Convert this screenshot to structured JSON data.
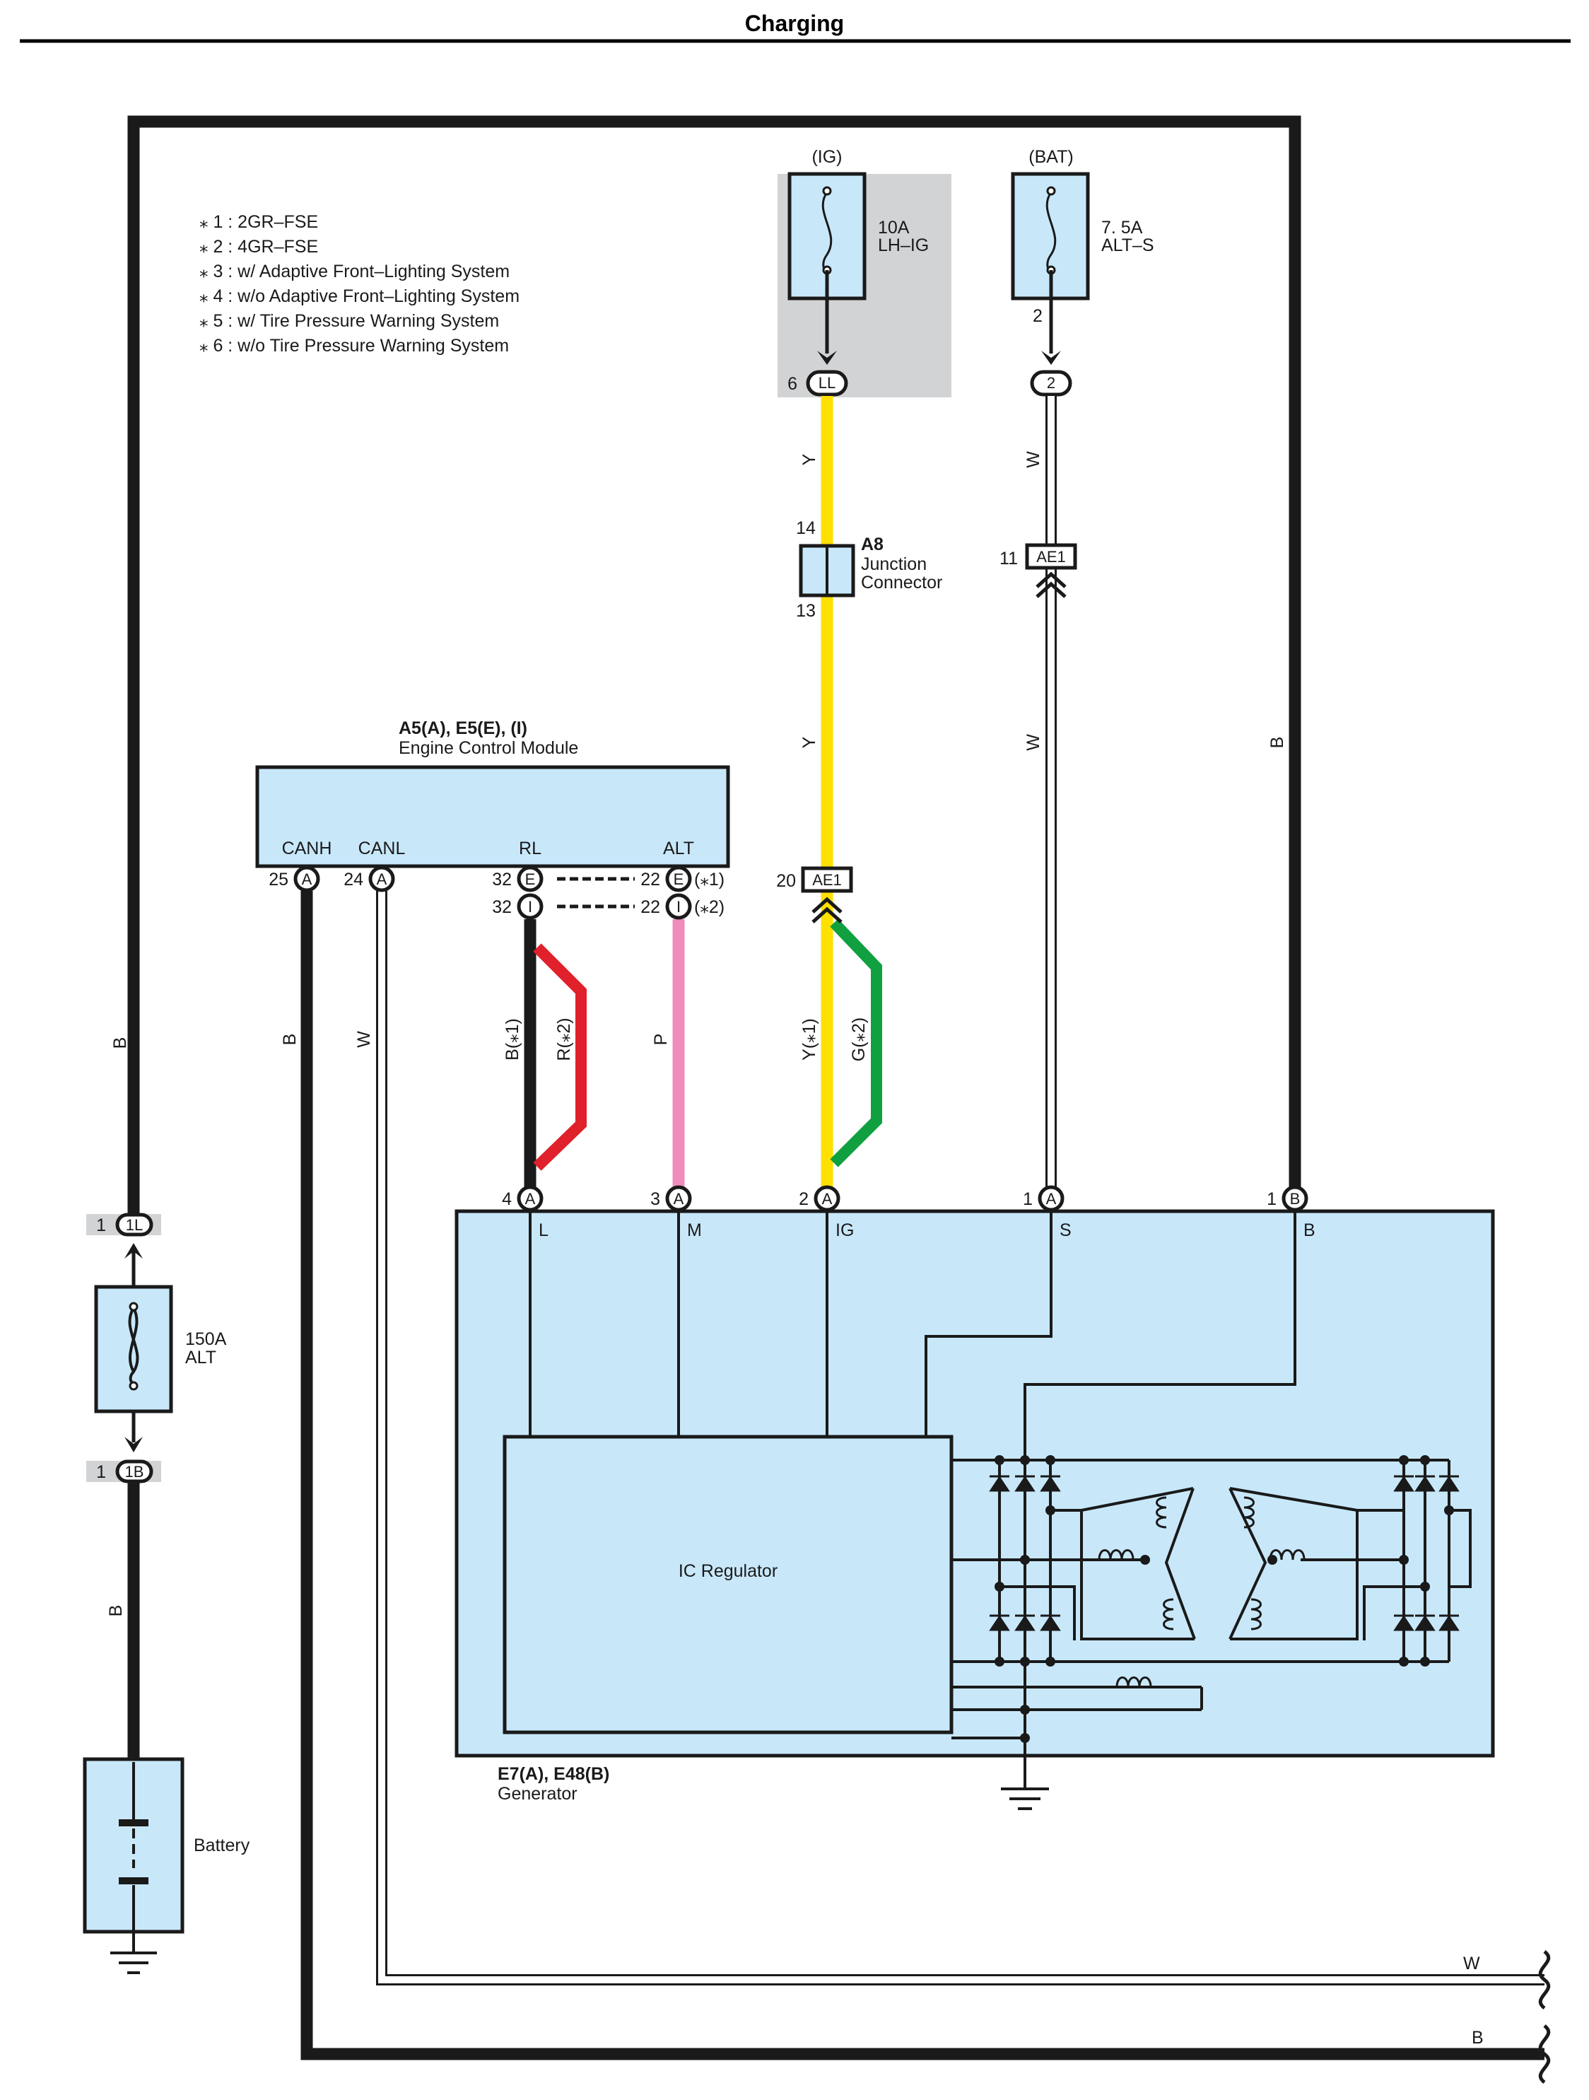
{
  "title": "Charging",
  "notes": [
    "⁎ 1 : 2GR–FSE",
    "⁎ 2 : 4GR–FSE",
    "⁎ 3 : w/ Adaptive Front–Lighting System",
    "⁎ 4 : w/o Adaptive Front–Lighting System",
    "⁎ 5 : w/ Tire Pressure Warning System",
    "⁎ 6 : w/o Tire Pressure Warning System"
  ],
  "fuse_ig": {
    "source": "(IG)",
    "rating": "10A",
    "name": "LH–IG",
    "conn": "LL",
    "pin": "6"
  },
  "fuse_bat": {
    "source": "(BAT)",
    "rating": "7. 5A",
    "name": "ALT–S",
    "pin_top": "2",
    "conn": "2"
  },
  "junction": {
    "id": "A8",
    "name1": "Junction",
    "name2": "Connector",
    "pin_in": "14",
    "pin_out": "13"
  },
  "ae1_s": {
    "conn": "AE1",
    "pin": "11"
  },
  "ae1_ig": {
    "conn": "AE1",
    "pin": "20"
  },
  "ecm": {
    "id": "A5(A), E5(E), (I)",
    "name": "Engine Control Module",
    "terminals": [
      "CANH",
      "CANL",
      "RL",
      "ALT"
    ],
    "pins": {
      "canh_pin": "25",
      "canh_conn": "A",
      "canl_pin": "24",
      "canl_conn": "A",
      "rl_e_pin": "32",
      "rl_e_conn": "E",
      "rl_i_pin": "32",
      "rl_i_conn": "I",
      "alt_e_pin": "22",
      "alt_e_conn": "E",
      "alt_e_note": "(⁎1)",
      "alt_i_pin": "22",
      "alt_i_conn": "I",
      "alt_i_note": "(⁎2)"
    }
  },
  "wires": {
    "b": "B",
    "w": "W",
    "y": "Y",
    "p": "P",
    "b1": "B(⁎1)",
    "r2": "R(⁎2)",
    "y1": "Y(⁎1)",
    "g2": "G(⁎2)"
  },
  "generator": {
    "id": "E7(A), E48(B)",
    "name": "Generator",
    "regulator": "IC Regulator",
    "terminals": [
      {
        "pin": "4",
        "conn": "A",
        "name": "L"
      },
      {
        "pin": "3",
        "conn": "A",
        "name": "M"
      },
      {
        "pin": "2",
        "conn": "A",
        "name": "IG"
      },
      {
        "pin": "1",
        "conn": "A",
        "name": "S"
      },
      {
        "pin": "1",
        "conn": "B",
        "name": "B"
      }
    ]
  },
  "alt_fuse": {
    "rating": "150A",
    "name": "ALT",
    "conn_top": "1L",
    "pin_top": "1",
    "conn_bot": "1B",
    "pin_bot": "1"
  },
  "battery": {
    "name": "Battery"
  },
  "colors": {
    "wire_b": "#1a1a1a",
    "wire_y": "#ffe000",
    "wire_p": "#f08cbc",
    "wire_r": "#e0202a",
    "wire_g": "#10a040",
    "wire_w": "#ffffff",
    "comp_fill": "#c8e8fa",
    "shade": "#d2d3d5"
  }
}
